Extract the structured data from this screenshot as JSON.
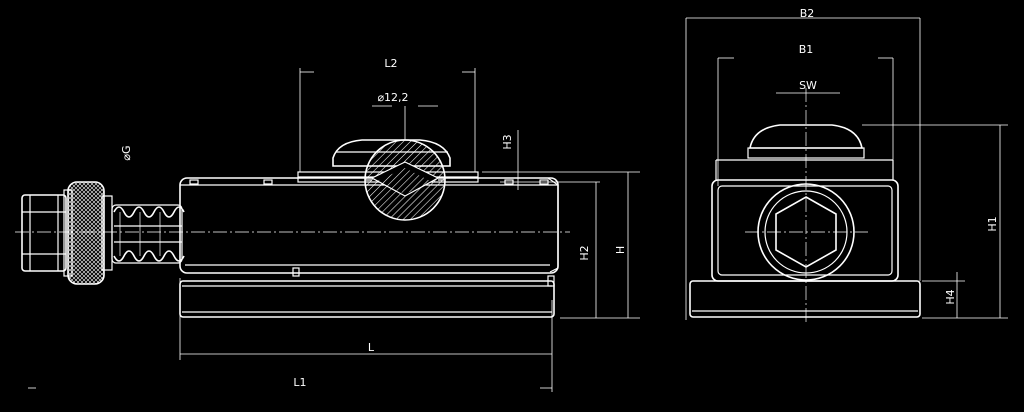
{
  "labels": {
    "l1": "L1",
    "l": "L",
    "l2": "L2",
    "diameter": "⌀12,2",
    "g": "⌀G",
    "h": "H",
    "h2": "H2",
    "h3": "H3",
    "h1": "H1",
    "h4": "H4",
    "b1": "B1",
    "b2": "B2",
    "sw": "SW"
  },
  "colors": {
    "background": "#000000",
    "line": "#ffffff"
  }
}
